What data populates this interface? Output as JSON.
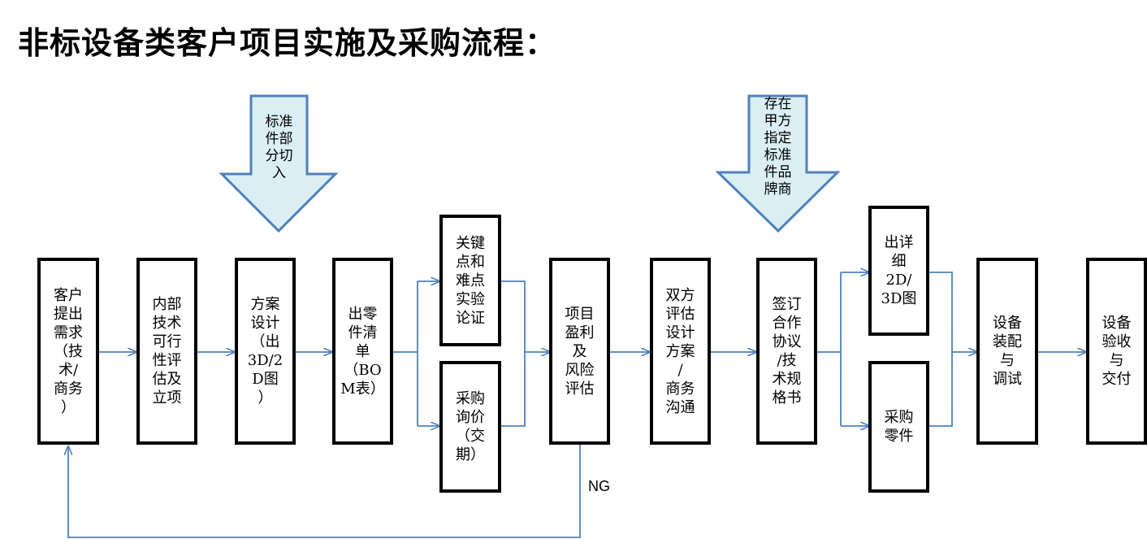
{
  "title": "非标设备类客户项目实施及采购流程：",
  "colors": {
    "connector": "#4F81BD",
    "callout_fill": "#DAEEF3",
    "callout_stroke": "#4F81BD",
    "box_border": "#000000"
  },
  "callouts": [
    {
      "id": "standard-parts",
      "text": "标准\n件部\n分切\n入"
    },
    {
      "id": "designated-brand",
      "text": "存在\n甲方\n指定\n标准\n件品\n牌商"
    }
  ],
  "steps": [
    {
      "id": "customer-request",
      "text": "客户\n提出\n需求\n（技\n术/\n商务\n）"
    },
    {
      "id": "internal-feasibility",
      "text": "内部\n技术\n可行\n性评\n估及\n立项"
    },
    {
      "id": "scheme-design",
      "text": "方案\n设计\n（出\n3D/2\nD图\n）"
    },
    {
      "id": "bom",
      "text": "出零\n件清\n单\n（BO\nM表）"
    },
    {
      "id": "key-point-verification",
      "text": "关键\n点和\n难点\n实验\n论证"
    },
    {
      "id": "purchase-inquiry",
      "text": "采购\n询价\n（交\n期）"
    },
    {
      "id": "profit-risk",
      "text": "项目\n盈利\n及\n风险\n评估"
    },
    {
      "id": "bilateral-evaluation",
      "text": "双方\n评估\n设计\n方案\n/\n商务\n沟通"
    },
    {
      "id": "sign-agreement",
      "text": "签订\n合作\n协议\n/技\n术规\n格书"
    },
    {
      "id": "detail-drawing",
      "text": "出详\n细\n2D/\n3D图"
    },
    {
      "id": "purchase-parts",
      "text": "采购\n零件"
    },
    {
      "id": "assembly-debug",
      "text": "设备\n装配\n与\n调试"
    },
    {
      "id": "acceptance-delivery",
      "text": "设备\n验收\n与\n交付"
    }
  ],
  "ng_label": "NG"
}
